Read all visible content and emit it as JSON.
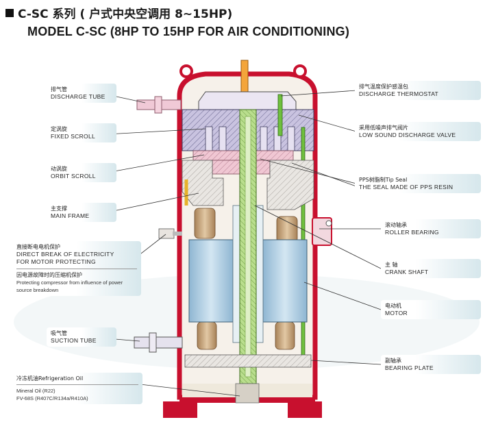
{
  "title_cn": "C-SC 系列 ( 户式中央空调用 8~15HP)",
  "title_en": "MODEL C-SC (8HP TO 15HP FOR AIR CONDITIONING)",
  "labels": {
    "discharge_tube": {
      "cn": "排气管",
      "en": "DISCHARGE TUBE"
    },
    "fixed_scroll": {
      "cn": "定涡旋",
      "en": "FIXED SCROLL"
    },
    "orbit_scroll": {
      "cn": "动涡旋",
      "en": "ORBIT SCROLL"
    },
    "main_frame": {
      "cn": "主支撑",
      "en": "MAIN FRAME"
    },
    "motor_protect": {
      "cn": "直接断电电机保护",
      "en1": "DIRECT BREAK OF ELECTRICITY",
      "en2": "FOR MOTOR PROTECTING",
      "cn2": "因电源故障时的压缩机保护",
      "sub1": "Protecting compressor from influence of power",
      "sub2": "source breakdown"
    },
    "suction_tube": {
      "cn": "吸气管",
      "en": "SUCTION TUBE"
    },
    "oil": {
      "cn": "冷冻机油Refrigeration Oil",
      "sub1": "Mineral Oil  (R22)",
      "sub2": "FV-68S  (R407C/R134a/R410A)"
    },
    "discharge_thermostat": {
      "cn": "排气温度保护感温包",
      "en": "DISCHARGE THERMOSTAT"
    },
    "low_sound_valve": {
      "cn": "采用低噪声排气阀片",
      "en": "LOW SOUND DISCHARGE VALVE"
    },
    "tip_seal": {
      "cn": "PPS树脂制Tip Seal",
      "en": "THE SEAL MADE OF PPS RESIN"
    },
    "roller_bearing": {
      "cn": "滚动轴承",
      "en": "ROLLER BEARING"
    },
    "crank_shaft": {
      "cn": "主 轴",
      "en": "CRANK SHAFT"
    },
    "motor": {
      "cn": "电动机",
      "en": "MOTOR"
    },
    "bearing_plate": {
      "cn": "副轴承",
      "en": "BEARING PLATE"
    }
  },
  "colors": {
    "shell": "#c8102e",
    "shell_fill": "#f7f3ee",
    "scroll": "#b9b3d6",
    "orbit": "#e7b7c7",
    "shaft": "#9fd06d",
    "stator": "#a7c9e0",
    "winding": "#c6a27a",
    "label_tint": "#d6e7ec"
  }
}
